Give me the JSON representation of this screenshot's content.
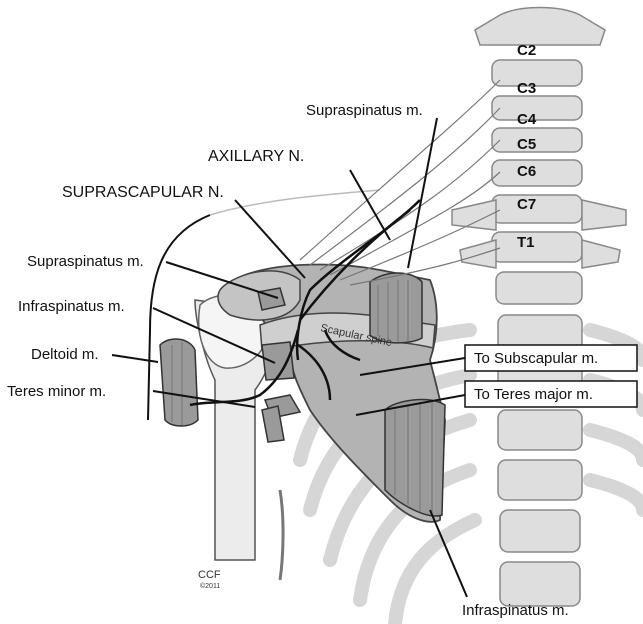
{
  "labels": {
    "supraspinatus_top": "Supraspinatus m.",
    "axillary": "AXILLARY N.",
    "suprascapular": "SUPRASCAPULAR N.",
    "supraspinatus_left": "Supraspinatus m.",
    "infraspinatus_left": "Infraspinatus m.",
    "deltoid": "Deltoid m.",
    "teres_minor": "Teres minor m.",
    "scapular_spine": "Scapular spine",
    "to_subscapular": "To Subscapular m.",
    "to_teres_major": "To Teres major m.",
    "infraspinatus_bottom": "Infraspinatus m."
  },
  "vertebrae": [
    "C2",
    "C3",
    "C4",
    "C5",
    "C6",
    "C7",
    "T1"
  ],
  "credit": {
    "name": "CCF",
    "year": "©2011"
  },
  "colors": {
    "muscle": "#9a9a9a",
    "bone": "#d9d9d9",
    "scapula": "#b3b3b3",
    "line": "#111111"
  }
}
